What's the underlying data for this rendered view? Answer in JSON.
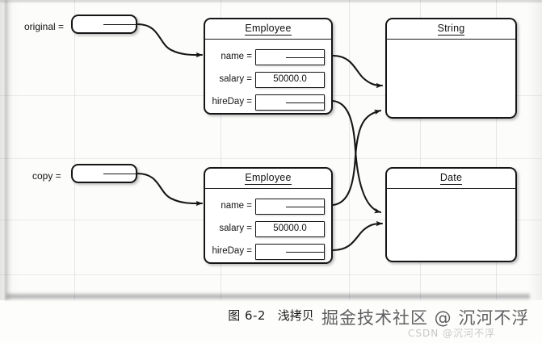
{
  "figure": {
    "type": "object-reference-diagram",
    "caption_number": "图 6-2",
    "caption_text": "浅拷贝",
    "watermark_main": "掘金技术社区 @ 沉河不浮",
    "watermark_sub": "CSDN @沉河不浮",
    "ink_color": "#161616",
    "paper_color": "#fcfcfa"
  },
  "refs": [
    {
      "label": "original =",
      "name": "original"
    },
    {
      "label": "copy =",
      "name": "copy"
    }
  ],
  "objects": [
    {
      "id": "employee-top",
      "title": "Employee",
      "fields": [
        {
          "label": "name =",
          "value": "",
          "pointer": true
        },
        {
          "label": "salary =",
          "value": "50000.0",
          "pointer": false
        },
        {
          "label": "hireDay =",
          "value": "",
          "pointer": true
        }
      ]
    },
    {
      "id": "string-box",
      "title": "String",
      "fields": []
    },
    {
      "id": "employee-bottom",
      "title": "Employee",
      "fields": [
        {
          "label": "name =",
          "value": "",
          "pointer": true
        },
        {
          "label": "salary =",
          "value": "50000.0",
          "pointer": false
        },
        {
          "label": "hireDay =",
          "value": "",
          "pointer": true
        }
      ]
    },
    {
      "id": "date-box",
      "title": "Date",
      "fields": []
    }
  ],
  "connections": [
    {
      "from": "original",
      "to": "employee-top"
    },
    {
      "from": "copy",
      "to": "employee-bottom"
    },
    {
      "from": "employee-top.name",
      "to": "string-box"
    },
    {
      "from": "employee-top.hireDay",
      "to": "date-box"
    },
    {
      "from": "employee-bottom.name",
      "to": "string-box"
    },
    {
      "from": "employee-bottom.hireDay",
      "to": "date-box"
    }
  ]
}
